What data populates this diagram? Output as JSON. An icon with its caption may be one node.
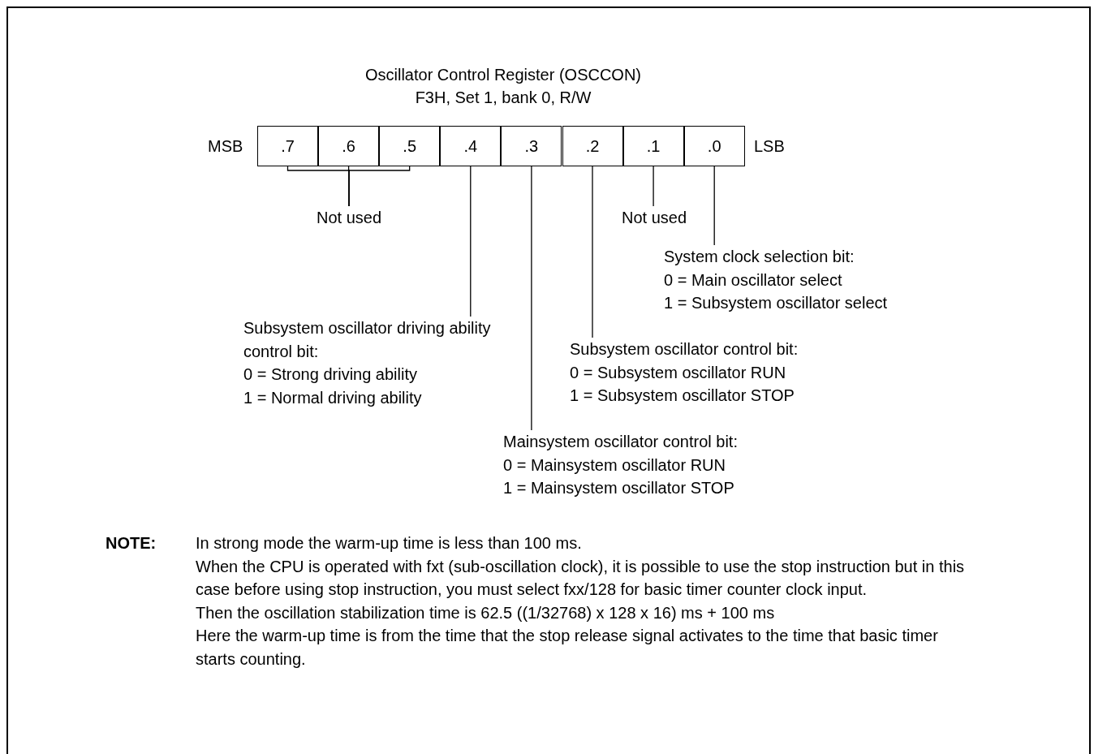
{
  "diagram": {
    "title": "Oscillator Control Register (OSCCON)",
    "nodes": [
      {
        "text": [
          ".7"
        ]
      },
      {
        "text": [
          ".6"
        ]
      },
      {
        "text": [
          ".5"
        ]
      },
      {
        "text": [
          ".4"
        ]
      },
      {
        "text": [
          ".3"
        ]
      },
      {
        "text": [
          ".2"
        ]
      },
      {
        "text": [
          ".1"
        ]
      },
      {
        "text": [
          ".0"
        ]
      },
      {
        "text": [
          "Not used"
        ]
      },
      {
        "text": [
          "Not used"
        ]
      },
      {
        "text": [
          "System clock selection bit:",
          "0 = Main oscillator select",
          "1 = Subsystem oscillator select"
        ]
      },
      {
        "text": [
          "Subsystem oscillator driving ability control bit:",
          "0 = Strong driving ability",
          "1 = Normal driving ability"
        ]
      },
      {
        "text": [
          "Subsystem oscillator control bit:",
          "0 = Subsystem oscillator RUN",
          "1 = Subsystem oscillator STOP"
        ]
      },
      {
        "text": [
          "Mainsystem oscillator control bit:",
          "0 = Mainsystem oscillator RUN",
          "1 = Mainsystem oscillator STOP"
        ]
      }
    ],
    "edges": [
      {
        "from": 0,
        "to": 8,
        "arrow": "none"
      },
      {
        "from": 1,
        "to": 8,
        "arrow": "none"
      },
      {
        "from": 2,
        "to": 8,
        "arrow": "none"
      },
      {
        "from": 3,
        "to": 11,
        "arrow": "none"
      },
      {
        "from": 4,
        "to": 13,
        "arrow": "none"
      },
      {
        "from": 5,
        "to": 12,
        "arrow": "none"
      },
      {
        "from": 6,
        "to": 9,
        "arrow": "none"
      },
      {
        "from": 7,
        "to": 10,
        "arrow": "none"
      }
    ],
    "labels": [
      "F3H, Set 1, bank 0, R/W",
      "MSB",
      "LSB",
      "NOTE:",
      "In strong mode the warm-up time is less than 100 ms.",
      "When the CPU is operated with fxt (sub-oscillation clock), it is possible to use the stop instruction but in this case before using stop instruction, you must select fxx/128 for basic timer counter clock input.",
      "Then the oscillation stabilization time is 62.5 ((1/32768) x 128 x 16) ms + 100 ms",
      "Here the warm-up time is from the time that the stop release signal activates to the time that basic timer starts counting."
    ]
  }
}
